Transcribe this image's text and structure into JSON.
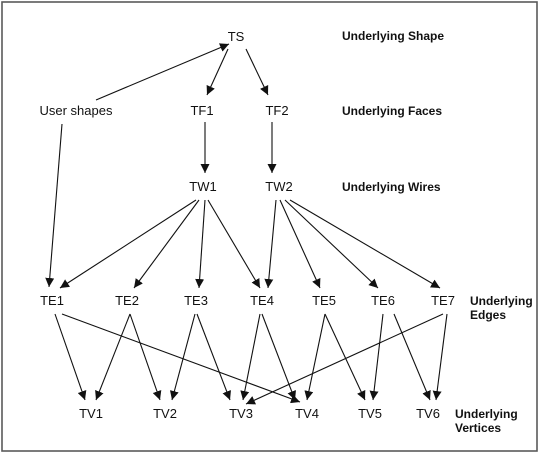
{
  "nodes": [
    {
      "id": "TS",
      "label": "TS"
    },
    {
      "id": "US",
      "label": "User shapes"
    },
    {
      "id": "TF1",
      "label": "TF1"
    },
    {
      "id": "TF2",
      "label": "TF2"
    },
    {
      "id": "TW1",
      "label": "TW1"
    },
    {
      "id": "TW2",
      "label": "TW2"
    },
    {
      "id": "TE1",
      "label": "TE1"
    },
    {
      "id": "TE2",
      "label": "TE2"
    },
    {
      "id": "TE3",
      "label": "TE3"
    },
    {
      "id": "TE4",
      "label": "TE4"
    },
    {
      "id": "TE5",
      "label": "TE5"
    },
    {
      "id": "TE6",
      "label": "TE6"
    },
    {
      "id": "TE7",
      "label": "TE7"
    },
    {
      "id": "TV1",
      "label": "TV1"
    },
    {
      "id": "TV2",
      "label": "TV2"
    },
    {
      "id": "TV3",
      "label": "TV3"
    },
    {
      "id": "TV4",
      "label": "TV4"
    },
    {
      "id": "TV5",
      "label": "TV5"
    },
    {
      "id": "TV6",
      "label": "TV6"
    }
  ],
  "levels": [
    {
      "id": "shape",
      "lines": [
        "Underlying Shape"
      ]
    },
    {
      "id": "faces",
      "lines": [
        "Underlying Faces"
      ]
    },
    {
      "id": "wires",
      "lines": [
        "Underlying Wires"
      ]
    },
    {
      "id": "edges",
      "lines": [
        "Underlying",
        "Edges"
      ]
    },
    {
      "id": "vertices",
      "lines": [
        "Underlying",
        "Vertices"
      ]
    }
  ],
  "edges": [
    [
      "US",
      "TS"
    ],
    [
      "TS",
      "TF1"
    ],
    [
      "TS",
      "TF2"
    ],
    [
      "US",
      "TE1"
    ],
    [
      "TF1",
      "TW1"
    ],
    [
      "TF2",
      "TW2"
    ],
    [
      "TW1",
      "TE1"
    ],
    [
      "TW1",
      "TE2"
    ],
    [
      "TW1",
      "TE3"
    ],
    [
      "TW1",
      "TE4"
    ],
    [
      "TW2",
      "TE4"
    ],
    [
      "TW2",
      "TE5"
    ],
    [
      "TW2",
      "TE6"
    ],
    [
      "TW2",
      "TE7"
    ],
    [
      "TE1",
      "TV1"
    ],
    [
      "TE1",
      "TV4"
    ],
    [
      "TE2",
      "TV1"
    ],
    [
      "TE2",
      "TV2"
    ],
    [
      "TE3",
      "TV2"
    ],
    [
      "TE3",
      "TV3"
    ],
    [
      "TE4",
      "TV3"
    ],
    [
      "TE4",
      "TV4"
    ],
    [
      "TE5",
      "TV4"
    ],
    [
      "TE5",
      "TV5"
    ],
    [
      "TE6",
      "TV5"
    ],
    [
      "TE6",
      "TV6"
    ],
    [
      "TE7",
      "TV3"
    ],
    [
      "TE7",
      "TV6"
    ]
  ]
}
